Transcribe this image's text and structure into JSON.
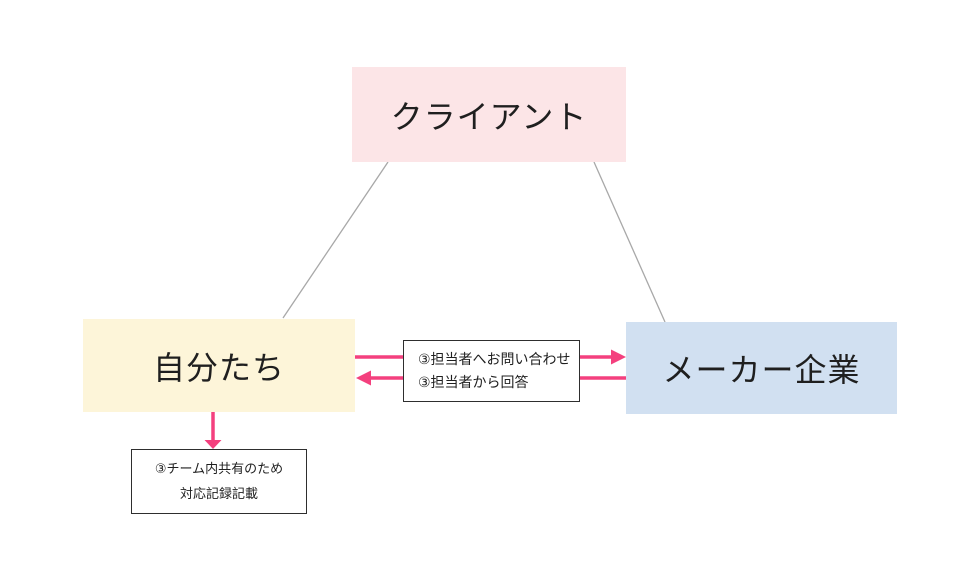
{
  "diagram": {
    "nodes": {
      "client": {
        "label": "クライアント"
      },
      "ourselves": {
        "label": "自分たち"
      },
      "maker": {
        "label": "メーカー企業"
      }
    },
    "annotations": {
      "exchange": {
        "line1": "③担当者へお問い合わせ",
        "line2": "③担当者から回答"
      },
      "record": {
        "line1": "③チーム内共有のため",
        "line2": "対応記録記載"
      }
    }
  },
  "colors": {
    "client_bg": "#FCE5E7",
    "ourselves_bg": "#FDF5D9",
    "maker_bg": "#D1E0F1",
    "arrow_pink": "#F4407E",
    "connector_gray": "#A8A8A8",
    "box_border": "#2E2E2E",
    "text_color": "#1F1F1F"
  }
}
